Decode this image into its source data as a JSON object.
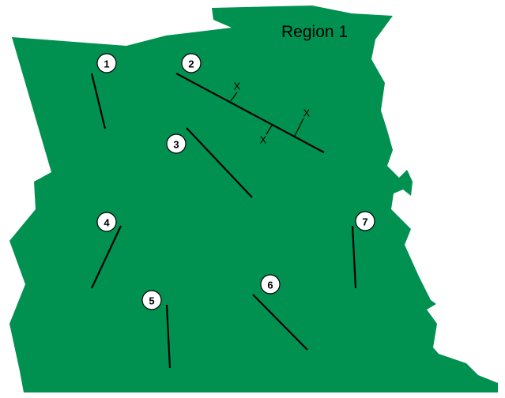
{
  "map": {
    "title": "Region 1",
    "region_color": "#009150",
    "line_color": "#000000",
    "features": [
      {
        "label": "1"
      },
      {
        "label": "2",
        "markers": [
          "X",
          "X",
          "X"
        ]
      },
      {
        "label": "3"
      },
      {
        "label": "4"
      },
      {
        "label": "5"
      },
      {
        "label": "6"
      },
      {
        "label": "7"
      }
    ]
  }
}
